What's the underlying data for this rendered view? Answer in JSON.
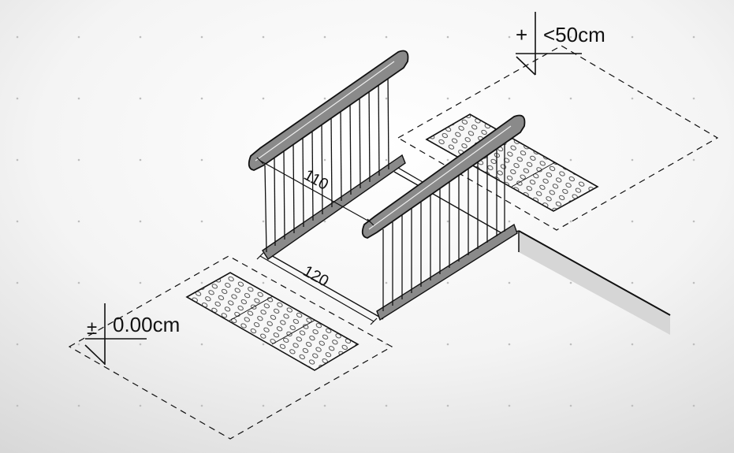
{
  "levels": {
    "lower": {
      "sign": "±",
      "value": "0.00cm"
    },
    "upper": {
      "sign": "+",
      "value": "<50cm"
    }
  },
  "dimensions": {
    "width": "120",
    "height": "110"
  },
  "colors": {
    "line": "#111111",
    "handrail_fill": "#8a8a8a",
    "tactile_fill": "#f6f6f6",
    "grid_dot": "#bdbdbd"
  }
}
